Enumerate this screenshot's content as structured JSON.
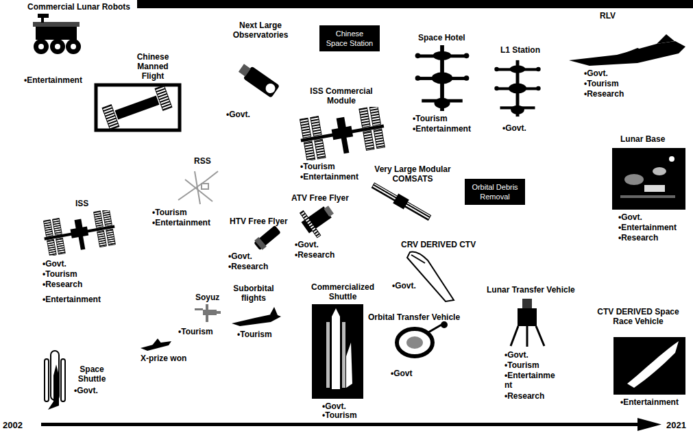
{
  "diagram": {
    "nodes": [
      {
        "text": [
          "Chinese Space Station"
        ]
      },
      {
        "text": [
          "Orbital Debris Removal"
        ]
      }
    ],
    "labels": [
      "Commercial Lunar Robots",
      "•Entertainment",
      "Chinese Manned Flight",
      "Next Large Observatories",
      "Space Hotel",
      "L1 Station",
      "RLV",
      "•Govt.",
      "•Tourism",
      "•Research",
      "ISS Commercial Module",
      "•Govt.",
      "•Tourism",
      "•Entertainment",
      "•Govt.",
      "Lunar Base",
      "RSS",
      "•Tourism",
      "•Entertainment",
      "Very Large Modular COMSATS",
      "ATV Free Flyer",
      "ISS",
      "•Tourism",
      "•Entertainment",
      "HTV Free Flyer",
      "•Govt.",
      "•Entertainment",
      "•Research",
      "•Govt.",
      "•Research",
      "CRV DERIVED CTV",
      "•Govt.",
      "•Research",
      "•Govt.",
      "•Tourism",
      "•Research",
      "•Govt.",
      "Commercialized Shuttle",
      "Suborbital flights",
      "Lunar Transfer Vehicle",
      "Soyuz",
      "•Entertainment",
      "Orbital Transfer Vehicle",
      "CTV DERIVED Space Race Vehicle",
      "•Tourism",
      "•Tourism",
      "•Govt.",
      "X-prize won",
      "•Tourism",
      "Space Shuttle",
      "•Govt",
      "•Entertainme nt",
      "•Govt.",
      "•Research",
      "•Entertainment",
      "•Govt.",
      "•Tourism",
      "2002",
      "2021"
    ]
  }
}
